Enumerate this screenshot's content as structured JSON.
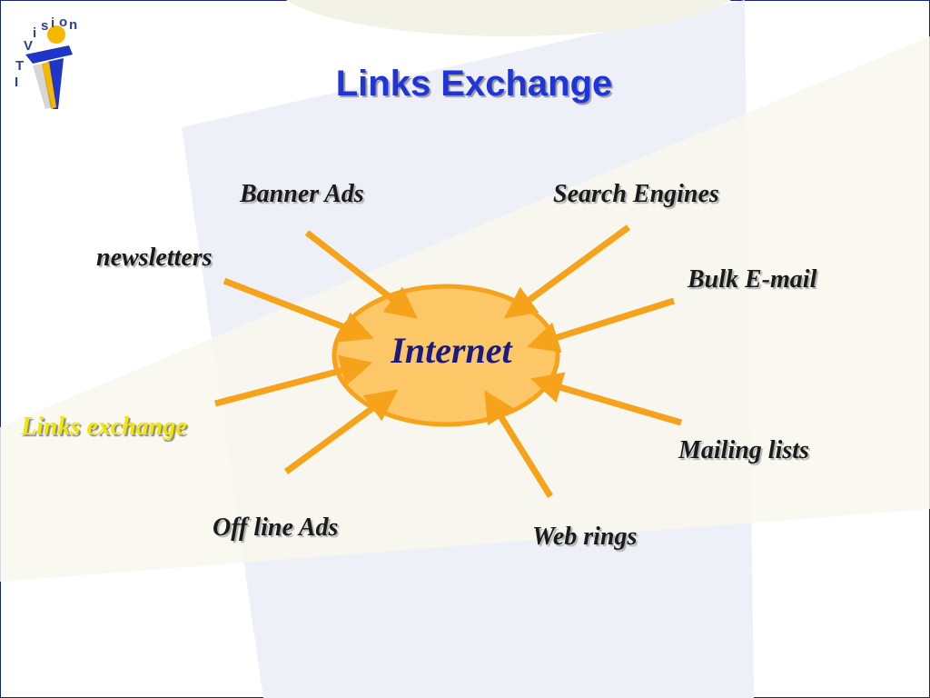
{
  "slide": {
    "title": "Links Exchange",
    "logo_text": [
      "I",
      "T",
      "V",
      "i",
      "s",
      "i",
      "o",
      "n"
    ]
  },
  "diagram": {
    "center": "Internet",
    "nodes": [
      {
        "id": "banner-ads",
        "label": "Banner Ads"
      },
      {
        "id": "search-engines",
        "label": "Search Engines"
      },
      {
        "id": "newsletters",
        "label": "newsletters"
      },
      {
        "id": "bulk-email",
        "label": "Bulk E-mail"
      },
      {
        "id": "links-exchange",
        "label": "Links exchange",
        "highlighted": true
      },
      {
        "id": "mailing-lists",
        "label": "Mailing lists"
      },
      {
        "id": "off-line-ads",
        "label": "Off line Ads"
      },
      {
        "id": "web-rings",
        "label": "Web rings"
      }
    ]
  },
  "colors": {
    "title": "#1f35d6",
    "arrow": "#f7a21b",
    "ellipse_fill": "#fcc766",
    "ellipse_stroke": "#f7a21b",
    "highlight_label": "#f5e600",
    "center_text": "#1a1a80"
  }
}
